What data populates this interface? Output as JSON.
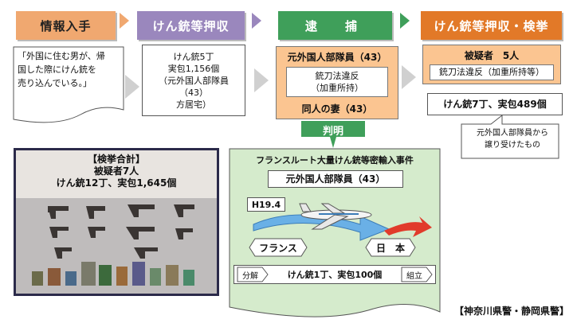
{
  "headers": {
    "intel": "情報入手",
    "seizure": "けん銃等押収",
    "arrest": "逮　捕",
    "result": "けん銃等押収・検挙"
  },
  "intel_box": {
    "lines": [
      "「外国に住む男が、帰",
      "国した際にけん銃を",
      "売り込んでいる。」"
    ]
  },
  "seizure_box": {
    "lines": [
      "けん銃5丁",
      "実包1,156個",
      "（元外国人部隊員（43）",
      "方居宅）"
    ]
  },
  "arrest": {
    "suspect1": "元外国人部隊員（43）",
    "charge_line1": "銃刀法違反",
    "charge_line2": "（加重所持）",
    "suspect2": "同人の妻（43）"
  },
  "result": {
    "suspects": "被疑者　5人",
    "charge": "銃刀法違反（加重所持等）",
    "guns": "けん銃7丁、実包489個"
  },
  "callout": {
    "line1": "元外国人部隊員から",
    "line2": "譲り受けたもの"
  },
  "found_label": "判明",
  "photo_panel": {
    "line1": "【検挙合計】",
    "line2": "被疑者7人",
    "line3": "けん銃12丁、実包1,645個"
  },
  "france_panel": {
    "title": "フランスルート大量けん銃等密輸入事件",
    "suspect": "元外国人部隊員（43）",
    "date": "H19.4",
    "origin": "フランス",
    "destination": "日　本",
    "step1": "分解",
    "middle": "けん銃1丁、実包100個",
    "step2": "組立"
  },
  "footer": "【神奈川県警・静岡県警】",
  "colors": {
    "intel": "#f0a870",
    "seizure": "#9a87bd",
    "arrest": "#3f9f5a",
    "result": "#e27928",
    "green_panel": "#d5ebcc",
    "orange_box": "#fbc591"
  },
  "icons": [
    "right-arrow-icon",
    "down-arrow-icon",
    "airplane-icon",
    "swoosh-arrow-icon"
  ]
}
